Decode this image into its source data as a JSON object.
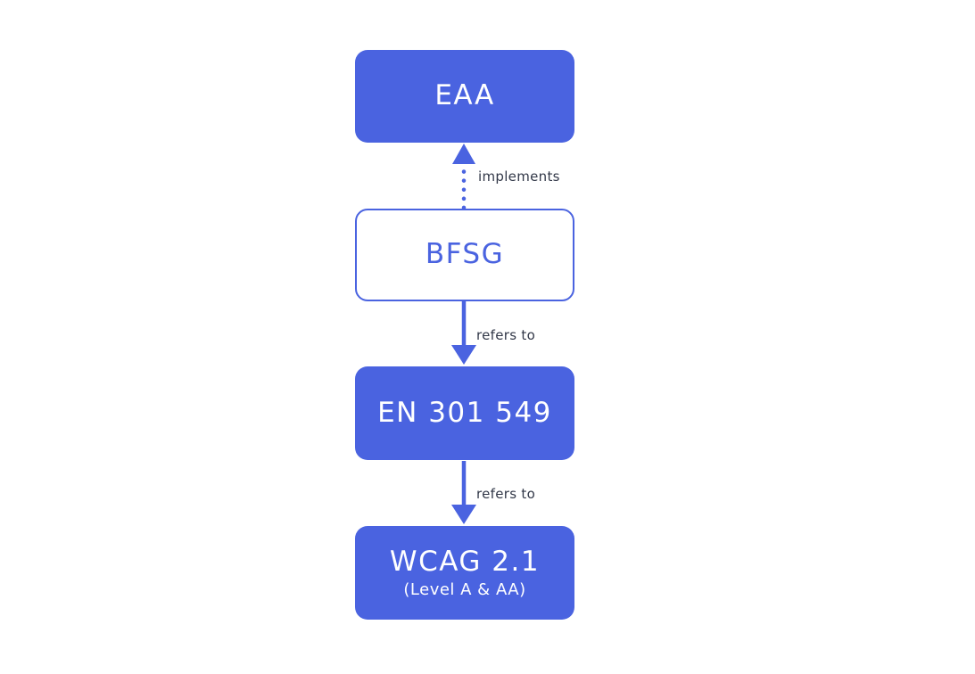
{
  "diagram": {
    "colors": {
      "accent_blue": "#4a63e0",
      "node_text_on_blue": "#ffffff",
      "edge_label_text": "#323848",
      "background": "#ffffff"
    },
    "nodes": [
      {
        "label": "EAA",
        "variant": "filled"
      },
      {
        "label": "BFSG",
        "variant": "outlined"
      },
      {
        "label": "EN 301 549",
        "variant": "filled"
      },
      {
        "label": "WCAG 2.1",
        "sublabel": "(Level A & AA)",
        "variant": "filled"
      }
    ],
    "edges": [
      {
        "from": "BFSG",
        "to": "EAA",
        "label": "implements",
        "style": "dotted",
        "direction": "up"
      },
      {
        "from": "BFSG",
        "to": "EN 301 549",
        "label": "refers to",
        "style": "solid",
        "direction": "down"
      },
      {
        "from": "EN 301 549",
        "to": "WCAG 2.1",
        "label": "refers to",
        "style": "solid",
        "direction": "down"
      }
    ]
  }
}
